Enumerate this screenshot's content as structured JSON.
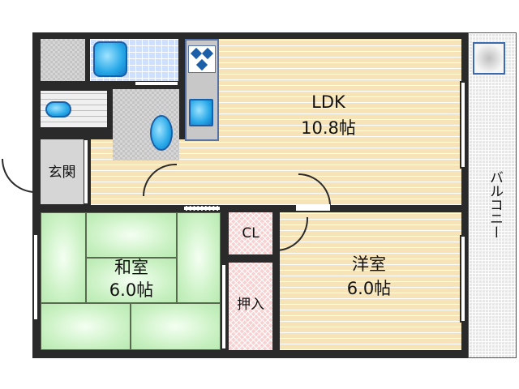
{
  "floorplan": {
    "rooms": {
      "ldk": {
        "name": "LDK",
        "size": "10.8帖"
      },
      "washitsu": {
        "name": "和室",
        "size": "6.0帖"
      },
      "youshitsu": {
        "name": "洋室",
        "size": "6.0帖"
      },
      "genkan": {
        "name": "玄関"
      },
      "closet": {
        "name": "CL"
      },
      "oshiire": {
        "name": "押入"
      },
      "balcony": {
        "name": "バルコニー"
      }
    },
    "colors": {
      "wall": "#2a2a2a",
      "wood_floor": "#f6e4b8",
      "tatami": "#c7f0c0",
      "closet": "#f8d2d2",
      "fixture_blue": "#27a8e8",
      "genkan": "#d6d6d6"
    }
  }
}
